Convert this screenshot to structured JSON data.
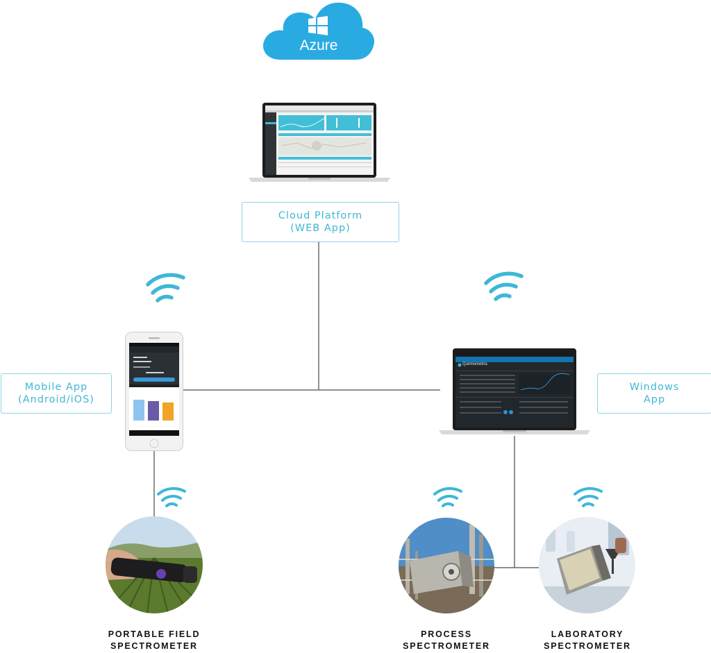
{
  "cloud": {
    "label": "Azure",
    "color": "#29abe2"
  },
  "nodes": {
    "cloud_platform": {
      "line1": "Cloud Platform",
      "line2": "(WEB App)"
    },
    "mobile_app": {
      "line1": "Mobile App",
      "line2": "(Android/iOS)"
    },
    "windows_app": {
      "line1": "Windows",
      "line2": "App"
    }
  },
  "devices": {
    "portable": {
      "line1": "PORTABLE FIELD",
      "line2": "SPECTROMETER"
    },
    "process": {
      "line1": "PROCESS",
      "line2": "SPECTROMETER"
    },
    "laboratory": {
      "line1": "LABORATORY",
      "line2": "SPECTROMETER"
    }
  },
  "screens": {
    "windows_app_title": "Quimiometria"
  },
  "colors": {
    "accent": "#3fb7d6",
    "border": "#8fd3e4",
    "line": "#6b6b6b"
  }
}
